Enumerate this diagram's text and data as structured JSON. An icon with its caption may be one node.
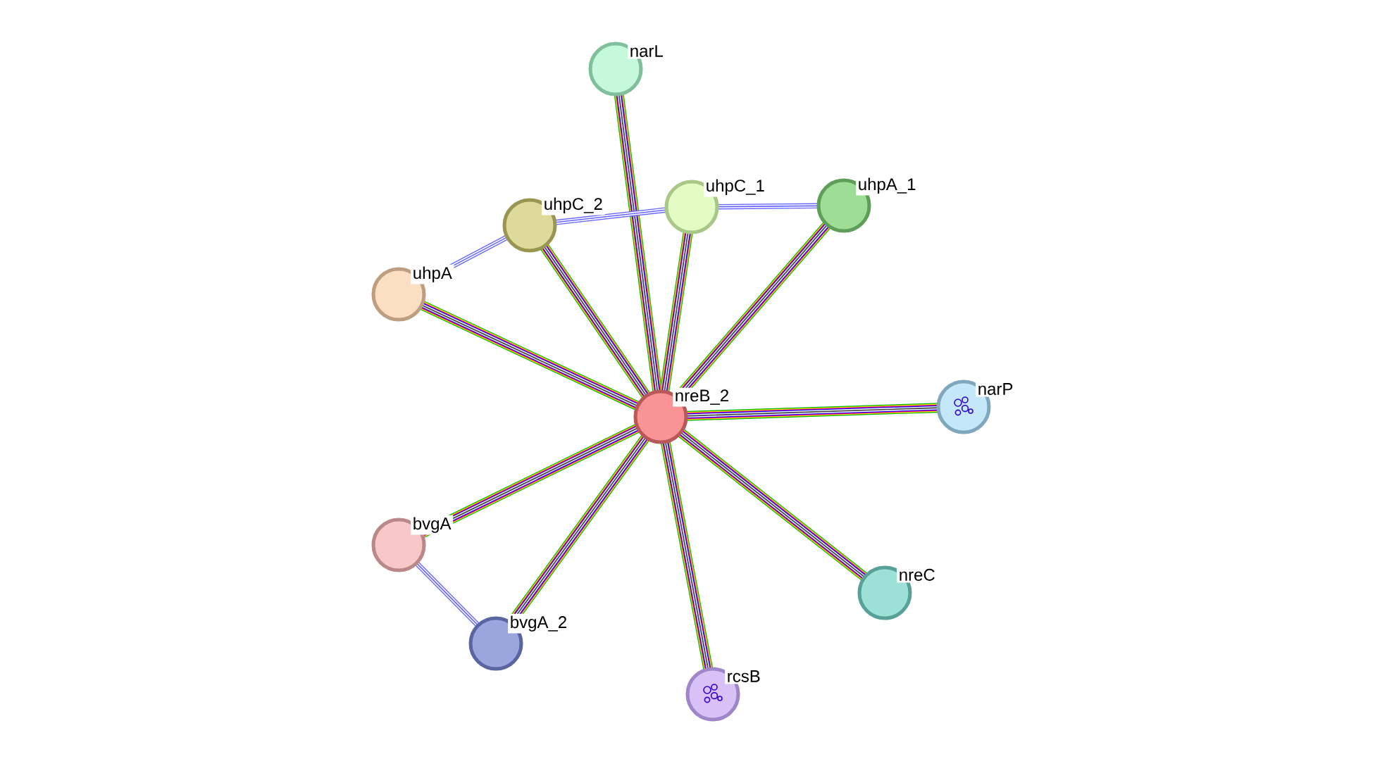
{
  "diagram": {
    "nodes": [
      {
        "text": [
          "narL"
        ]
      },
      {
        "text": [
          "uhpC_2"
        ]
      },
      {
        "text": [
          "uhpC_1"
        ]
      },
      {
        "text": [
          "uhpA_1"
        ]
      },
      {
        "text": [
          "uhpA"
        ]
      },
      {
        "text": [
          "nreB_2"
        ]
      },
      {
        "text": [
          "narP"
        ]
      },
      {
        "text": [
          "bvgA"
        ]
      },
      {
        "text": [
          "nreC"
        ]
      },
      {
        "text": [
          "bvgA_2"
        ]
      },
      {
        "text": [
          "rcsB"
        ]
      }
    ],
    "edges": [
      {
        "from": 0,
        "to": 5,
        "arrow": "none"
      },
      {
        "from": 1,
        "to": 2,
        "arrow": "none",
        "color": "#6666ff"
      },
      {
        "from": 2,
        "to": 3,
        "arrow": "none",
        "color": "#6666ff"
      },
      {
        "from": 4,
        "to": 1,
        "arrow": "none",
        "color": "#6666ff"
      },
      {
        "from": 1,
        "to": 5,
        "arrow": "none"
      },
      {
        "from": 2,
        "to": 5,
        "arrow": "none"
      },
      {
        "from": 3,
        "to": 5,
        "arrow": "none"
      },
      {
        "from": 4,
        "to": 5,
        "arrow": "none"
      },
      {
        "from": 5,
        "to": 6,
        "arrow": "none"
      },
      {
        "from": 7,
        "to": 5,
        "arrow": "none"
      },
      {
        "from": 9,
        "to": 5,
        "arrow": "none"
      },
      {
        "from": 5,
        "to": 8,
        "arrow": "none"
      },
      {
        "from": 5,
        "to": 10,
        "arrow": "none"
      },
      {
        "from": 7,
        "to": 9,
        "arrow": "none",
        "color": "#6666ff"
      }
    ]
  }
}
